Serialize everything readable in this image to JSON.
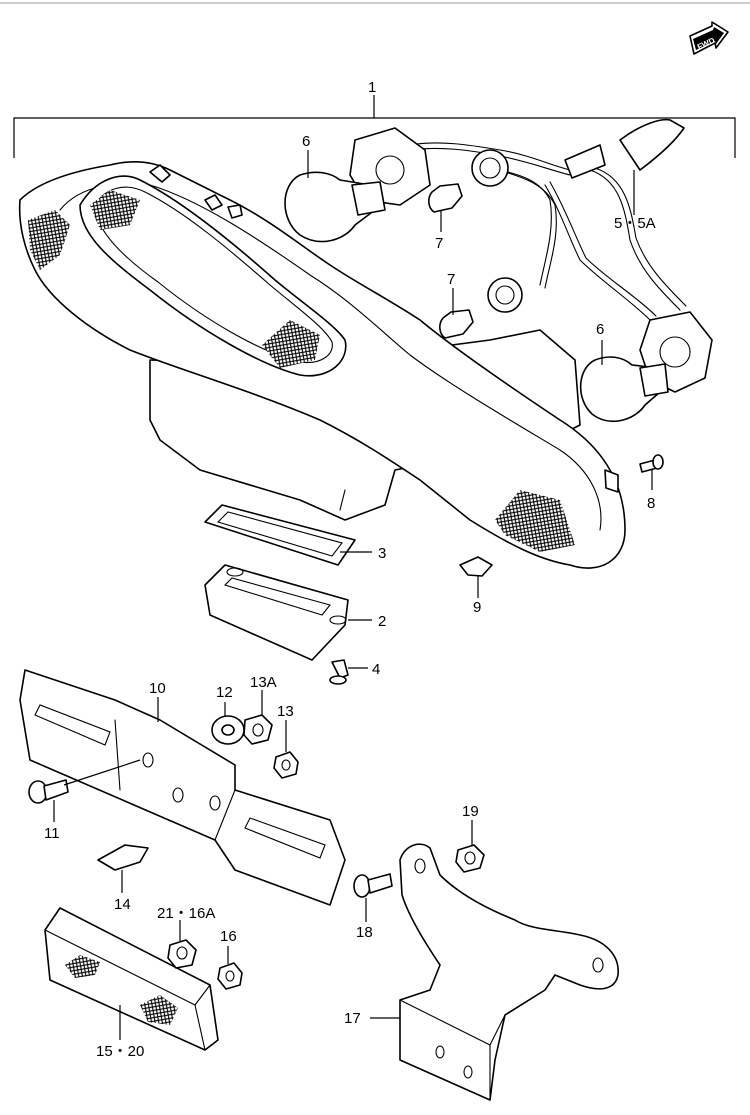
{
  "fwd_badge": "FWD",
  "callouts": {
    "c1": "1",
    "c6a": "6",
    "c6b": "6",
    "c7a": "7",
    "c7b": "7",
    "c5": "5・5A",
    "c8": "8",
    "c3": "3",
    "c2": "2",
    "c9": "9",
    "c4": "4",
    "c10": "10",
    "c12": "12",
    "c13a": "13A",
    "c13": "13",
    "c11": "11",
    "c14": "14",
    "c19": "19",
    "c21": "21・16A",
    "c16": "16",
    "c18": "18",
    "c17": "17",
    "c15": "15・20"
  },
  "icons": {
    "fwd": "fwd-arrow-icon"
  }
}
